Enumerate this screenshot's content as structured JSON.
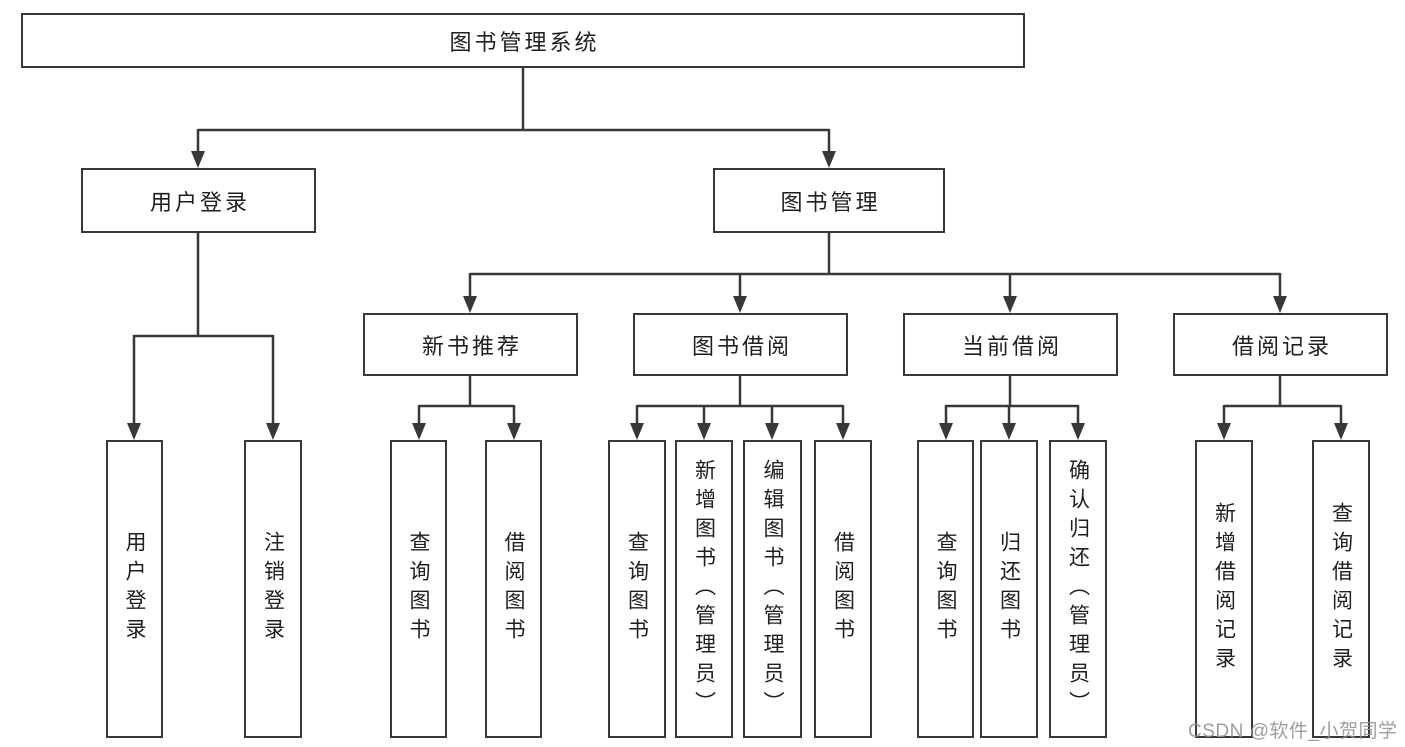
{
  "diagram": {
    "title": "图书管理系统",
    "root": {
      "label": "图书管理系统"
    },
    "level2": [
      {
        "label": "用户登录"
      },
      {
        "label": "图书管理"
      }
    ],
    "level3": [
      {
        "label": "新书推荐"
      },
      {
        "label": "图书借阅"
      },
      {
        "label": "当前借阅"
      },
      {
        "label": "借阅记录"
      }
    ],
    "leaves": {
      "user_login": [
        "用户登录",
        "注销登录"
      ],
      "new_book": [
        "查询图书",
        "借阅图书"
      ],
      "book_borrow": [
        "查询图书",
        "新增图书（管理员）",
        "编辑图书（管理员）",
        "借阅图书"
      ],
      "current_borrow": [
        "查询图书",
        "归还图书",
        "确认归还（管理员）"
      ],
      "records": [
        "新增借阅记录",
        "查询借阅记录"
      ]
    },
    "colors": {
      "line": "#383838",
      "text": "#1f1f1f",
      "background": "#ffffff",
      "watermark": "#949494"
    }
  },
  "watermark": {
    "text": "CSDN @软件_小贺同学"
  }
}
